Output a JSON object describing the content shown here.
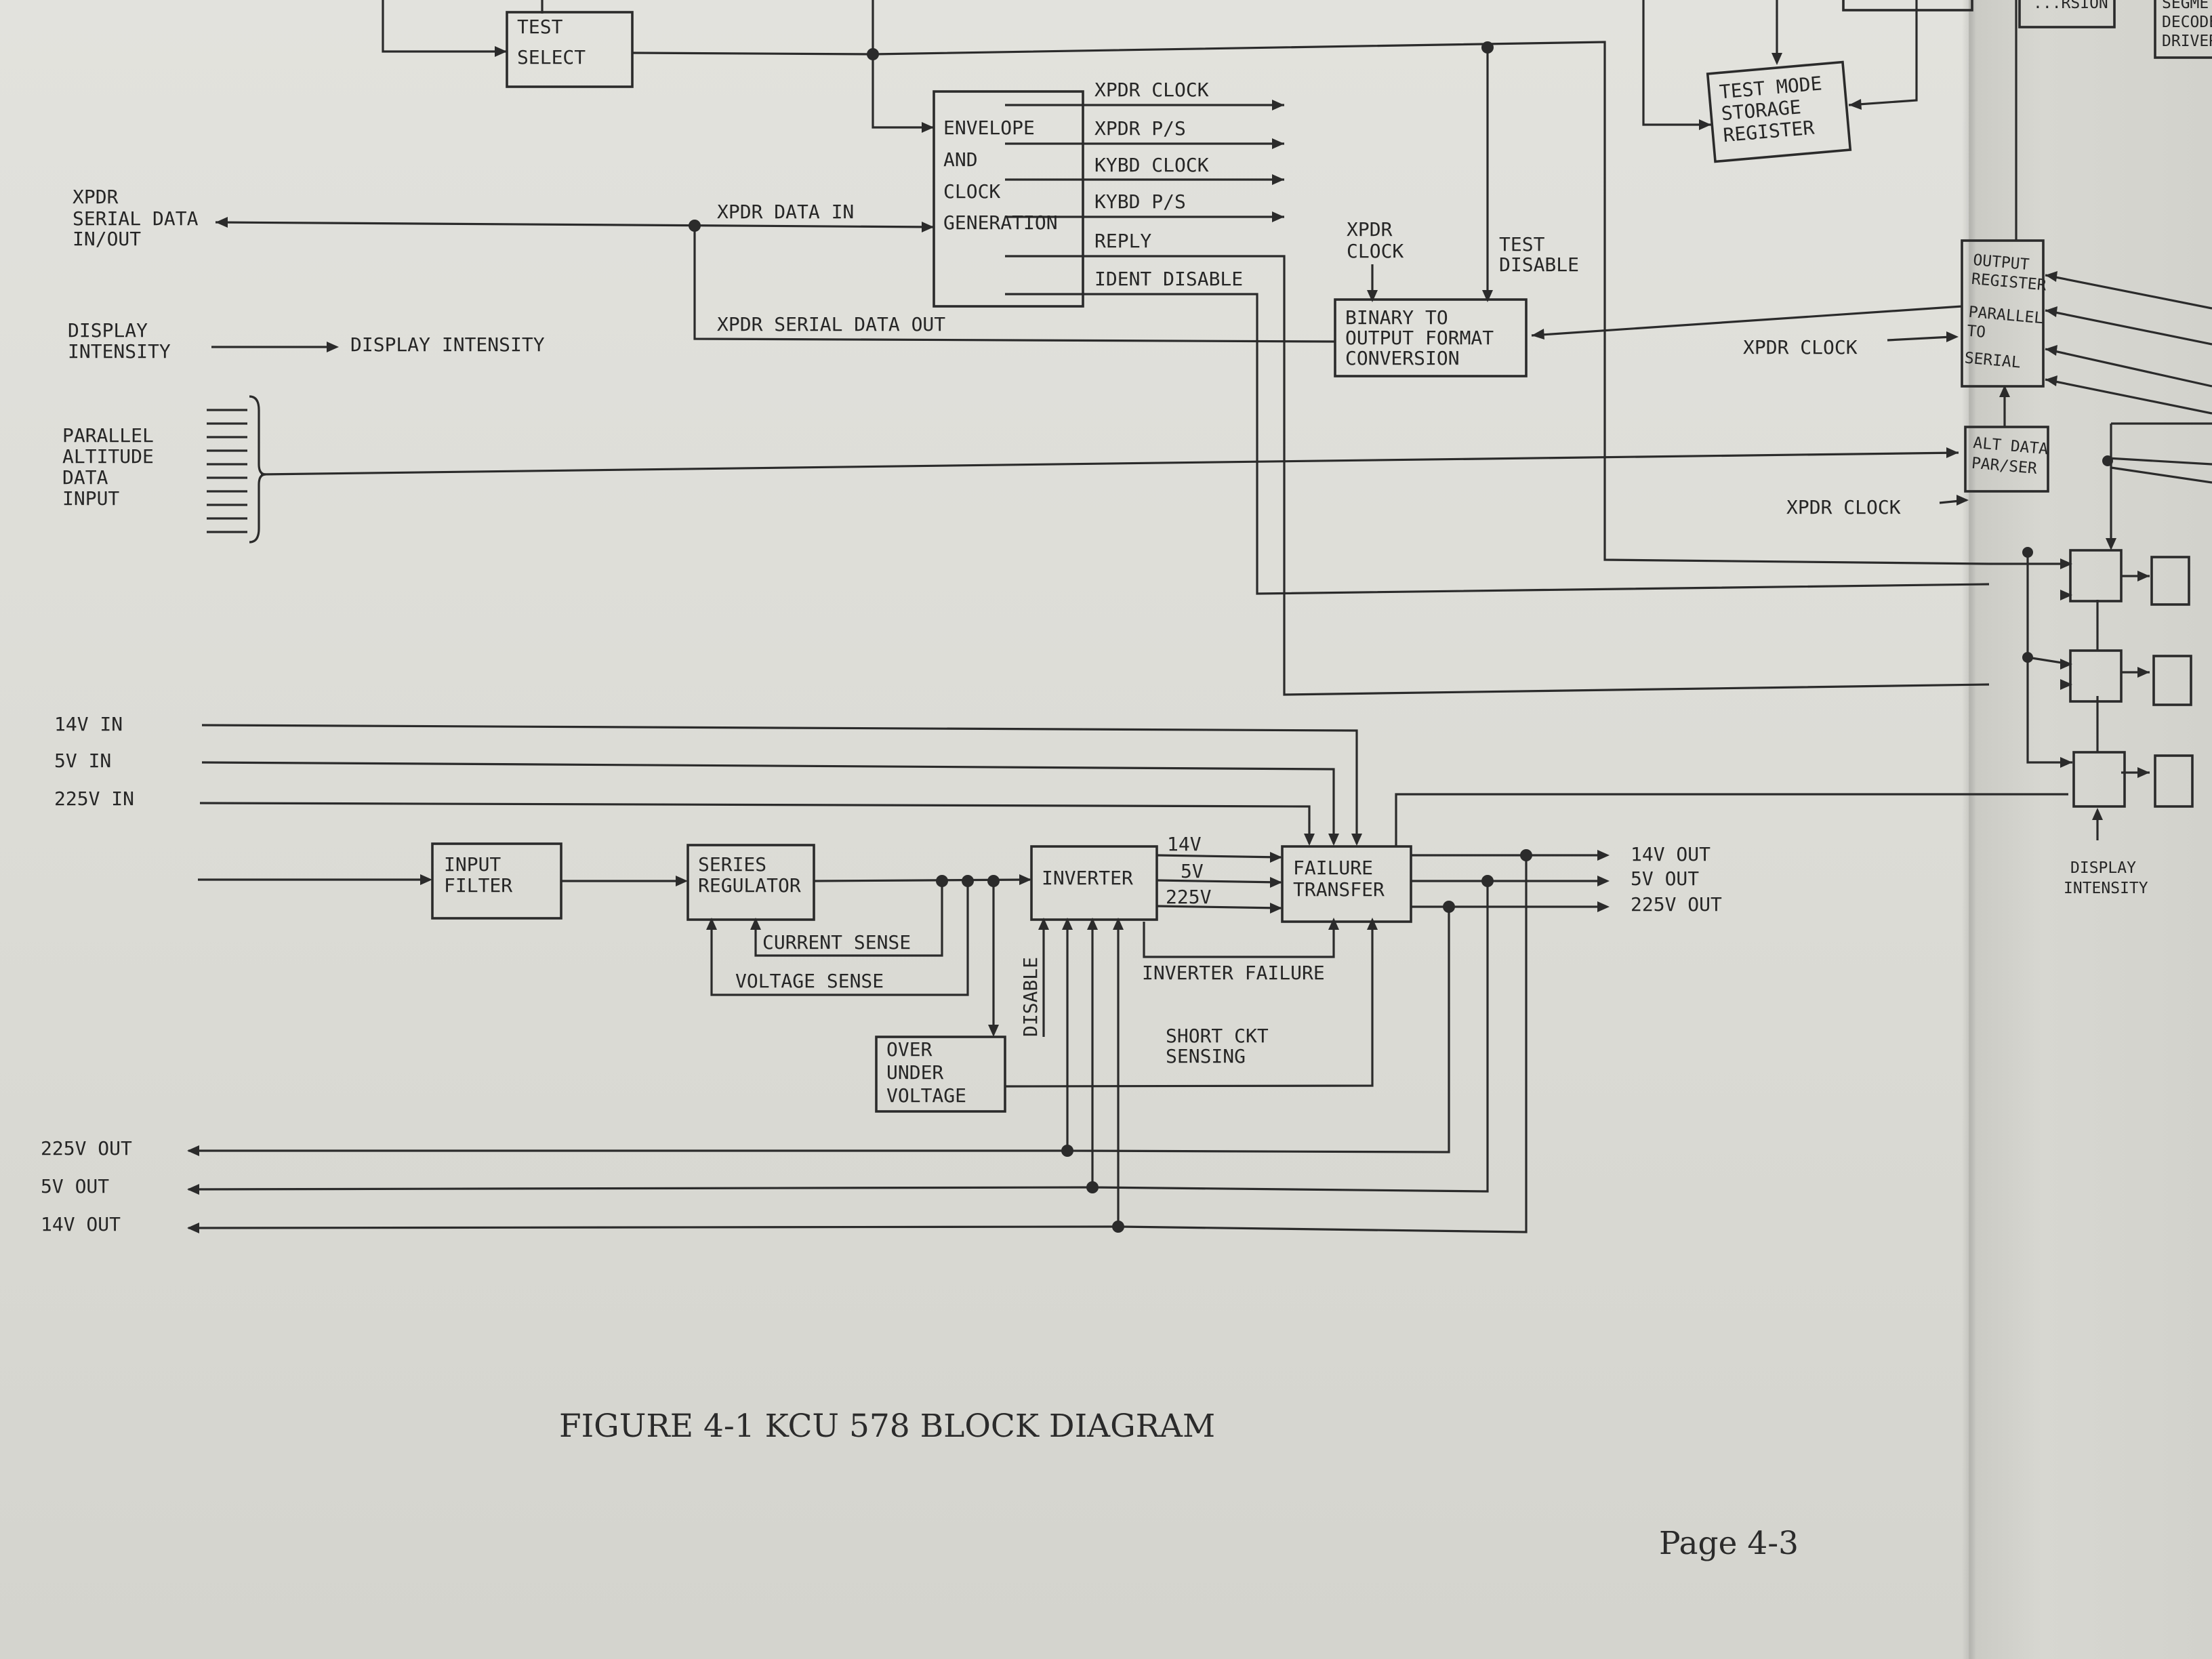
{
  "caption": "FIGURE 4-1 KCU 578 BLOCK DIAGRAM",
  "page_number": "Page 4-3",
  "blocks": {
    "test_select": [
      "TEST",
      "SELECT"
    ],
    "envelope": [
      "ENVELOPE",
      "AND",
      "CLOCK",
      "GENERATION"
    ],
    "test_mode": [
      "TEST MODE",
      "STORAGE",
      "REGISTER"
    ],
    "binary": [
      "BINARY TO",
      "OUTPUT FORMAT",
      "CONVERSION"
    ],
    "output_register": [
      "OUTPUT",
      "REGISTER",
      "PARALLEL",
      "TO",
      "SERIAL"
    ],
    "alt_data": [
      "ALT DATA",
      "PAR/SER"
    ],
    "input_filter": [
      "INPUT",
      "FILTER"
    ],
    "series_regulator": [
      "SERIES",
      "REGULATOR"
    ],
    "inverter": [
      "INVERTER"
    ],
    "failure_transfer": [
      "FAILURE",
      "TRANSFER"
    ],
    "over_under": [
      "OVER",
      "UNDER",
      "VOLTAGE"
    ],
    "top_right_partial_1": "...RSION",
    "top_right_partial_2": [
      "SEGME...",
      "DECODER",
      "DRIVER"
    ]
  },
  "labels": {
    "xpdr_serial_data": [
      "XPDR",
      "SERIAL DATA",
      "IN/OUT"
    ],
    "display_intensity_in": [
      "DISPLAY",
      "INTENSITY"
    ],
    "display_intensity_mid": "DISPLAY INTENSITY",
    "parallel_altitude": [
      "PARALLEL",
      "ALTITUDE",
      "DATA",
      "INPUT"
    ],
    "xpdr_data_in": "XPDR DATA IN",
    "xpdr_serial_data_out": "XPDR SERIAL DATA OUT",
    "env_outputs": [
      "XPDR CLOCK",
      "XPDR P/S",
      "KYBD CLOCK",
      "KYBD P/S",
      "REPLY",
      "IDENT DISABLE"
    ],
    "xpdr_clock_binary": [
      "XPDR",
      "CLOCK"
    ],
    "test_disable": [
      "TEST",
      "DISABLE"
    ],
    "xpdr_clock_right_1": "XPDR CLOCK",
    "xpdr_clock_right_2": "XPDR CLOCK",
    "display_intensity_right": [
      "DISPLAY",
      "INTENSITY"
    ],
    "power_in": [
      "14V IN",
      "5V IN",
      "225V IN"
    ],
    "inverter_outputs": [
      "14V",
      "5V",
      "225V"
    ],
    "power_out_right": [
      "14V OUT",
      "5V OUT",
      "225V OUT"
    ],
    "power_out_left": [
      "225V OUT",
      "5V OUT",
      "14V OUT"
    ],
    "current_sense": "CURRENT SENSE",
    "voltage_sense": "VOLTAGE SENSE",
    "disable": "DISABLE",
    "inverter_failure": "INVERTER FAILURE",
    "short_ckt": [
      "SHORT CKT",
      "SENSING"
    ]
  },
  "colors": {
    "ink": "#2b2b2b",
    "paper": "#dcdcd6"
  }
}
